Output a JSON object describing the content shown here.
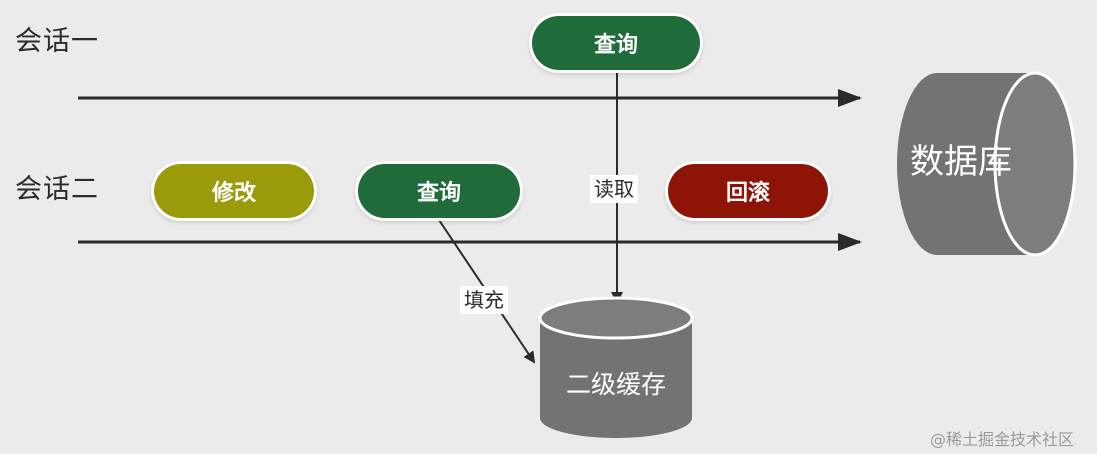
{
  "sessions": {
    "one": "会话一",
    "two": "会话二"
  },
  "nodes": {
    "query_session_one": "查询",
    "modify": "修改",
    "query_session_two": "查询",
    "rollback": "回滚"
  },
  "edges": {
    "read": "读取",
    "fill": "填充"
  },
  "storage": {
    "database": "数据库",
    "second_level_cache": "二级缓存"
  },
  "watermark": "@稀土掘金技术社区",
  "colors": {
    "background": "#ebebeb",
    "query": "#1f6b3a",
    "modify": "#9a9a0b",
    "rollback": "#8f1408",
    "cylinder": "#737373",
    "line": "#2b2b2b"
  }
}
